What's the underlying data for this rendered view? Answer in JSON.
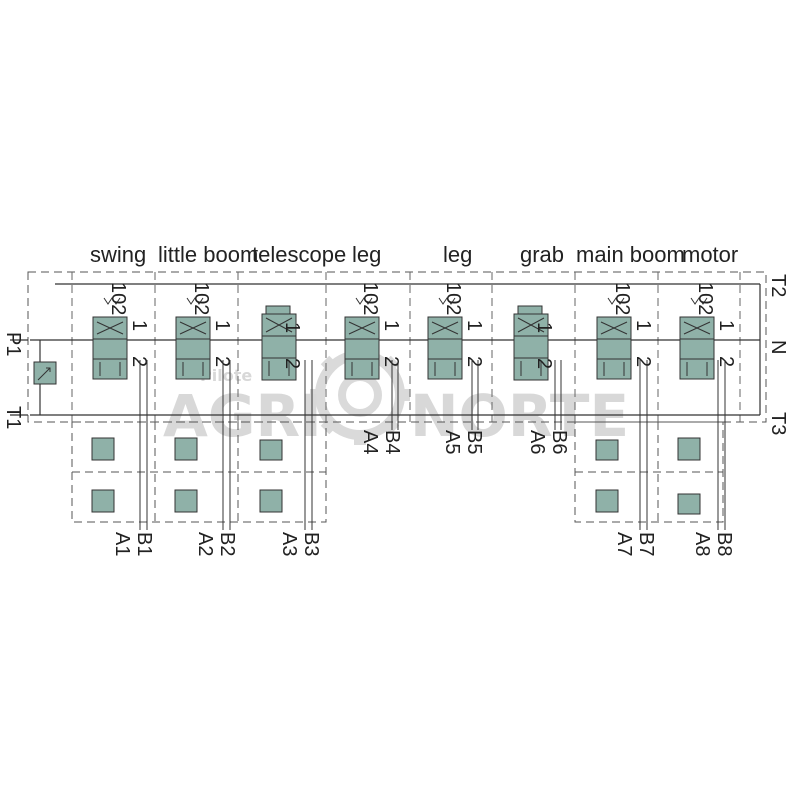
{
  "diagram": {
    "section_titles": [
      "swing",
      "little boom",
      "telescope",
      "leg",
      "leg",
      "grab",
      "main boom",
      "motor"
    ],
    "valve_numbers": [
      "1",
      "0",
      "2"
    ],
    "ports_left": [
      "P1",
      "T1"
    ],
    "ports_right": [
      "T2",
      "N",
      "T3"
    ],
    "work_ports_bottom": [
      {
        "b": "B1",
        "a": "A1"
      },
      {
        "b": "B2",
        "a": "A2"
      },
      {
        "b": "B3",
        "a": "A3"
      },
      {
        "b": "B7",
        "a": "A7"
      },
      {
        "b": "B8",
        "a": "A8"
      }
    ],
    "work_ports_mid": [
      {
        "b": "B4",
        "a": "A4"
      },
      {
        "b": "B5",
        "a": "A5"
      },
      {
        "b": "B6",
        "a": "A6"
      }
    ]
  },
  "watermark": {
    "top": "Pilote",
    "left": "AGRI",
    "right": "NORTE"
  },
  "colors": {
    "valve_fill": "#8fb1a8",
    "line": "#333333",
    "dash": "#555555",
    "watermark": "#b9b9b9"
  }
}
